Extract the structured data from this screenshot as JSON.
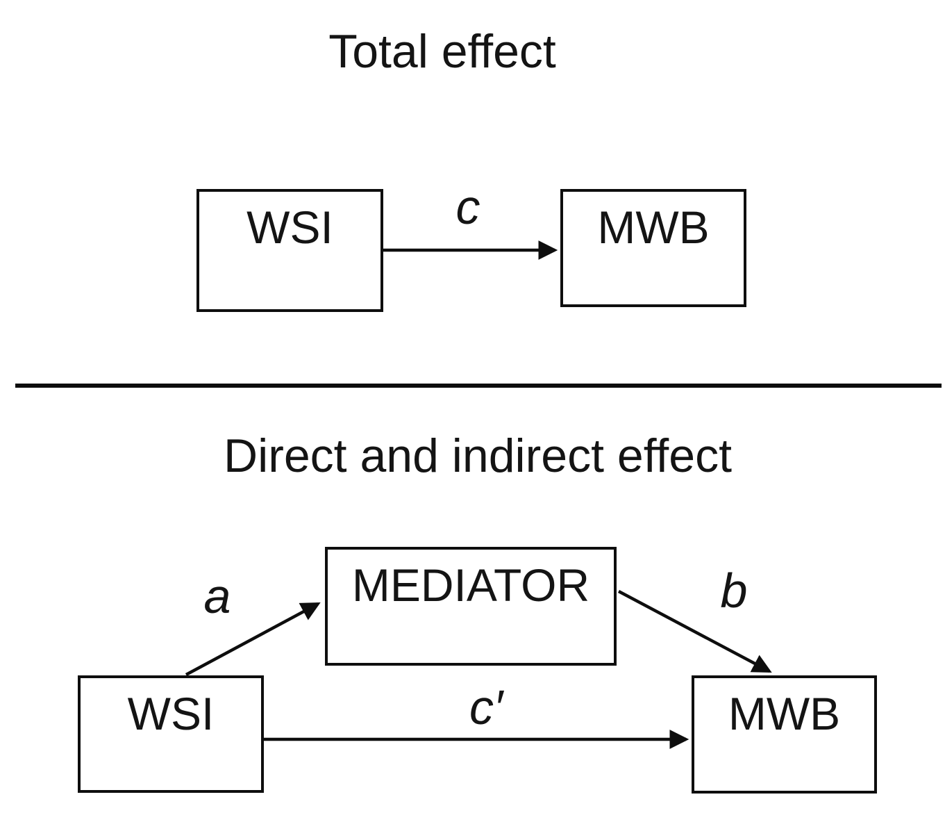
{
  "colors": {
    "ink": "#0e0e0e",
    "background": "#ffffff"
  },
  "panels": {
    "total": {
      "title": "Total effect",
      "nodes": {
        "wsi": "WSI",
        "mwb": "MWB"
      },
      "edges": {
        "c": {
          "from": "WSI",
          "to": "MWB",
          "label": "c"
        }
      }
    },
    "mediated": {
      "title": "Direct and indirect effect",
      "nodes": {
        "wsi": "WSI",
        "mediator": "MEDIATOR",
        "mwb": "MWB"
      },
      "edges": {
        "a": {
          "from": "WSI",
          "to": "MEDIATOR",
          "label": "a"
        },
        "b": {
          "from": "MEDIATOR",
          "to": "MWB",
          "label": "b"
        },
        "c_prime": {
          "from": "WSI",
          "to": "MWB",
          "label": "c′"
        }
      }
    }
  }
}
